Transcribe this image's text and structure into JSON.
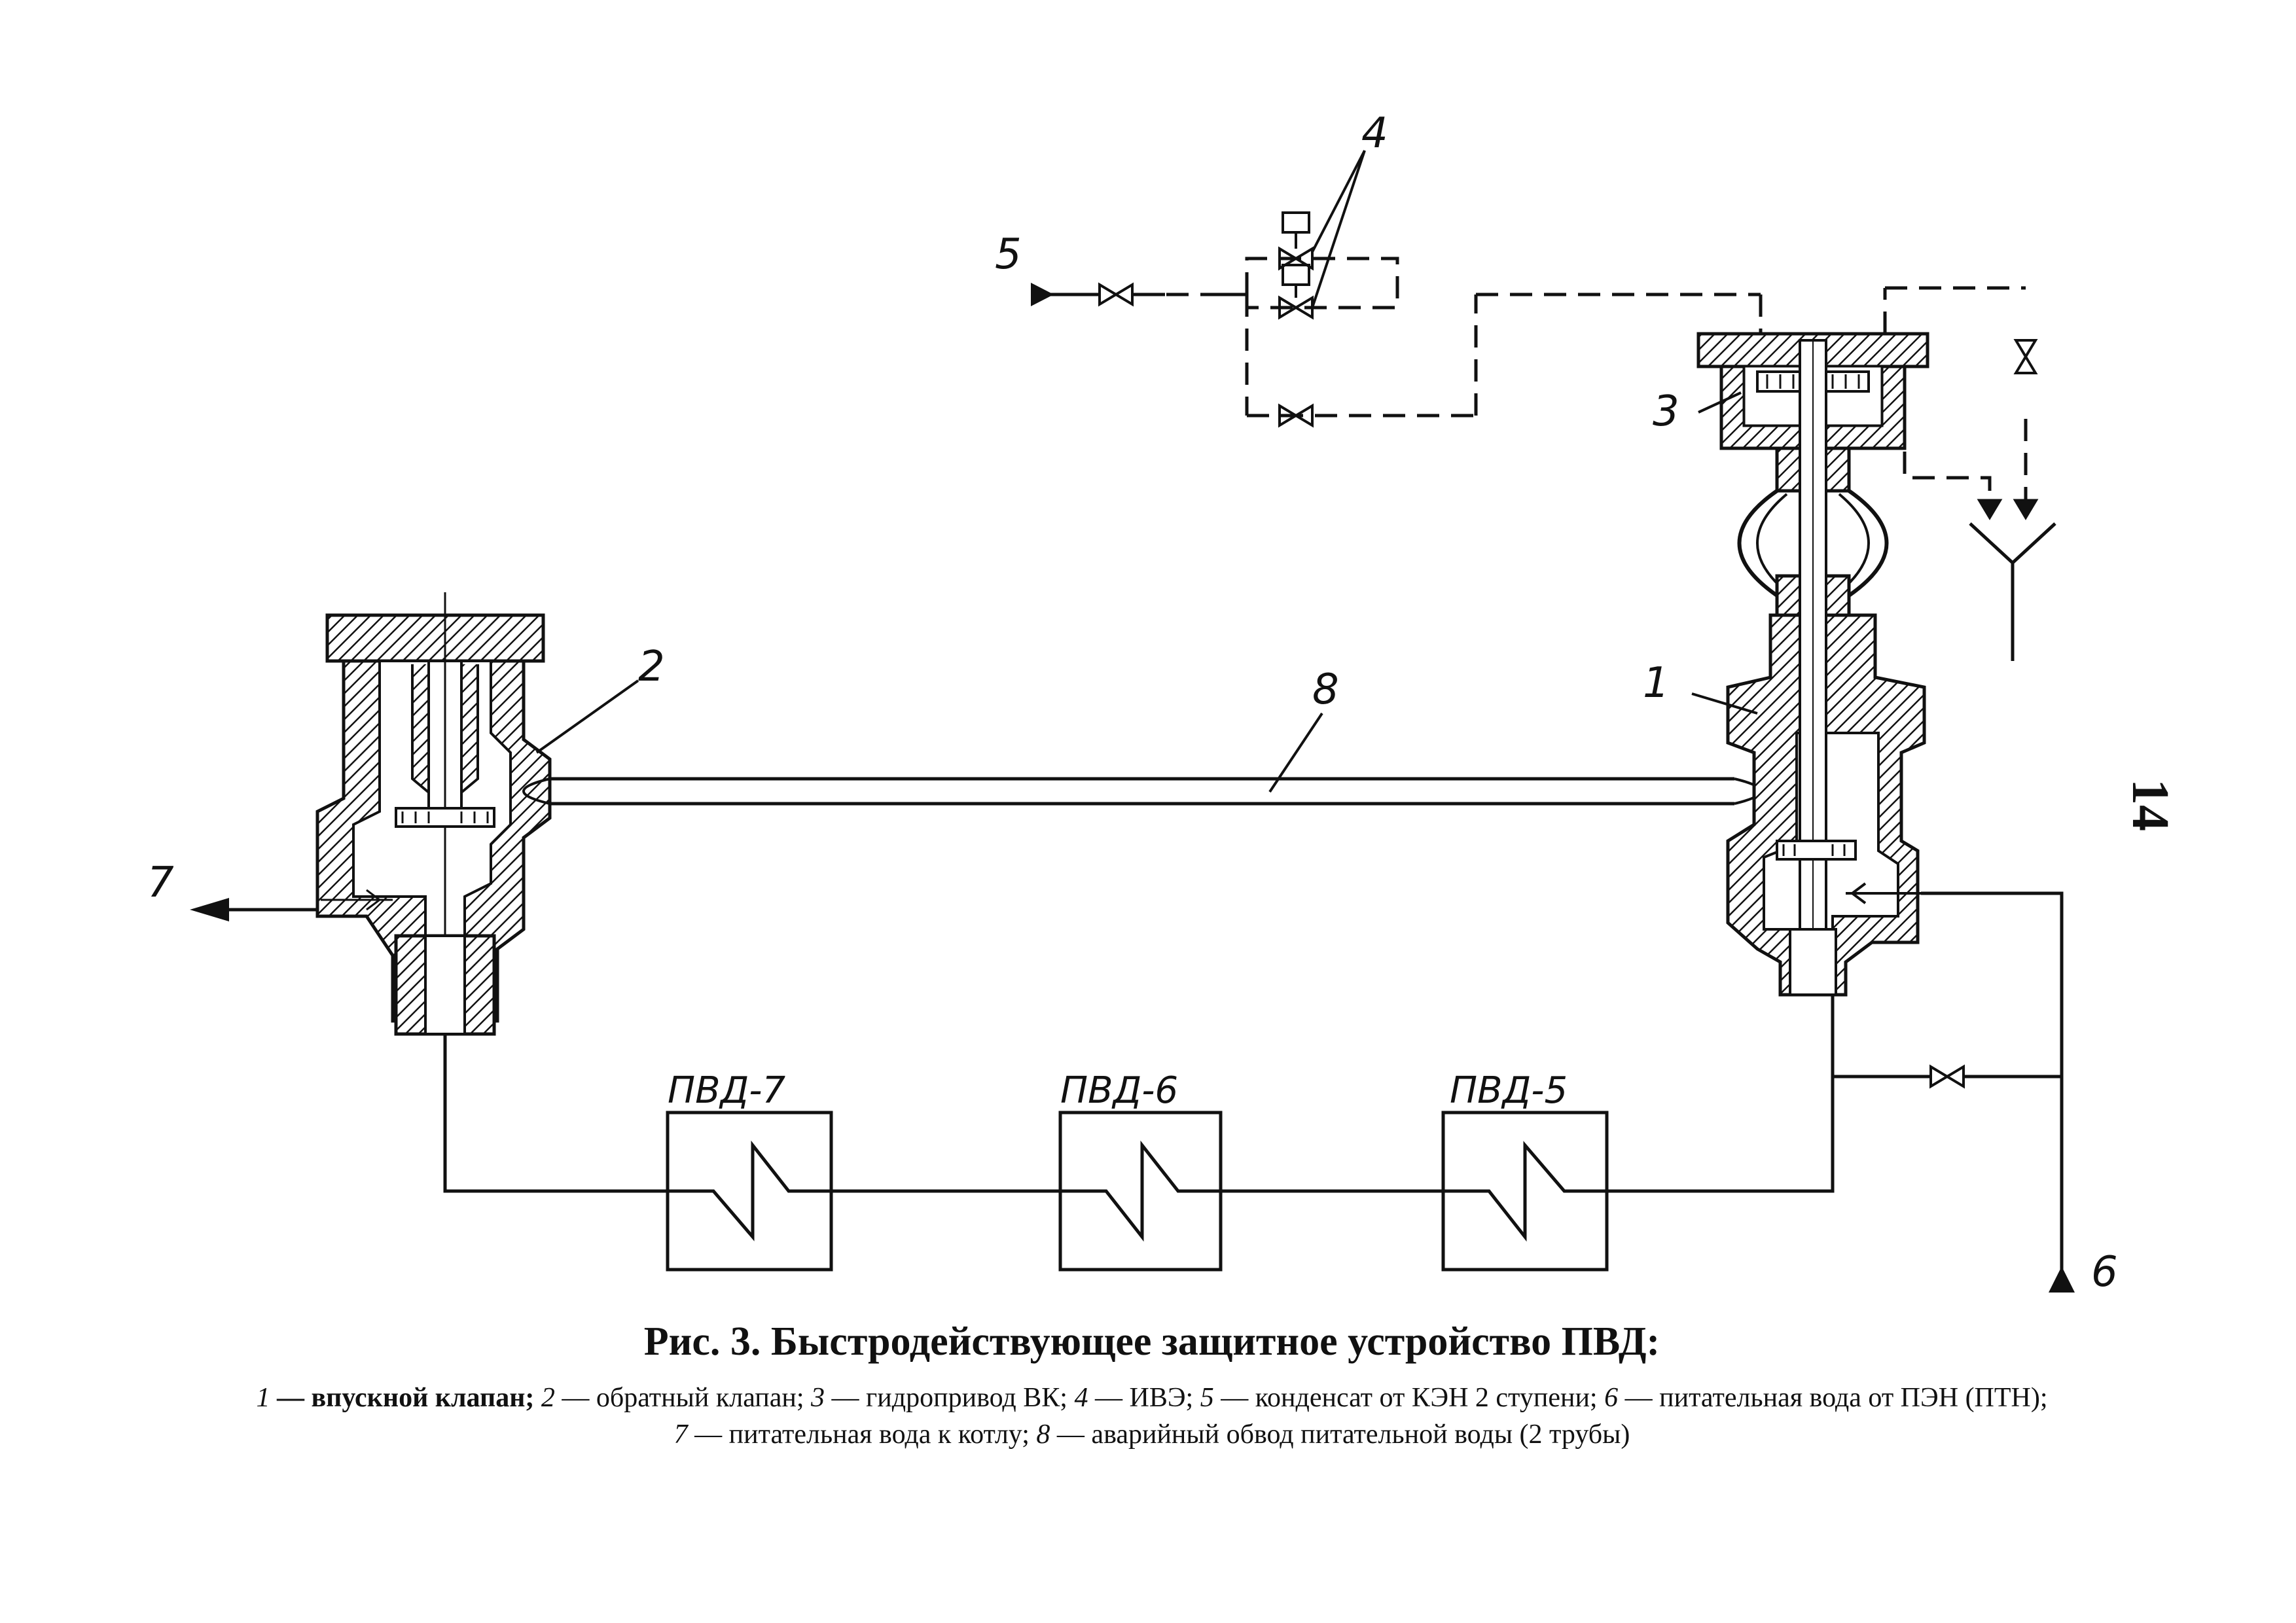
{
  "labels": {
    "l1": "1",
    "l2": "2",
    "l3": "3",
    "l4": "4",
    "l5": "5",
    "l6": "6",
    "l7": "7",
    "l8": "8"
  },
  "blocks": {
    "pvd7": "ПВД-7",
    "pvd6": "ПВД-6",
    "pvd5": "ПВД-5"
  },
  "page_number": "14",
  "caption": {
    "title": "Рис. 3. Быстродействующее защитное устройство ПВД:",
    "legend": [
      {
        "num": "1",
        "text": " — впускной клапан; "
      },
      {
        "num": "2",
        "text": " — обратный клапан; "
      },
      {
        "num": "3",
        "text": " — гидропривод ВК; "
      },
      {
        "num": "4",
        "text": " — ИВЭ; "
      },
      {
        "num": "5",
        "text": " — конденсат от КЭН 2 ступени; "
      },
      {
        "num": "6",
        "text": " — питательная вода от ПЭН (ПТН); "
      },
      {
        "num": "7",
        "text": " — питательная вода к котлу; "
      },
      {
        "num": "8",
        "text": " — аварийный обвод питательной воды (2 трубы)"
      }
    ]
  }
}
